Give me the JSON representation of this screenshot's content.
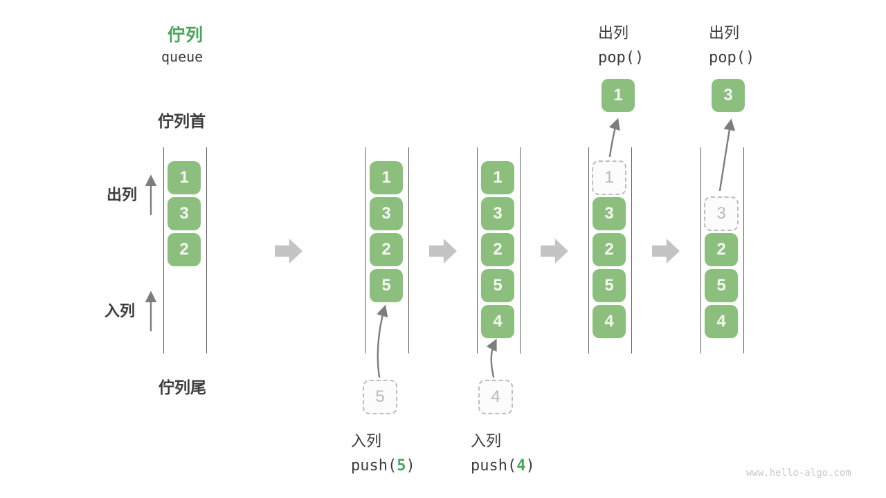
{
  "title": {
    "zh": "佇列",
    "en": "queue"
  },
  "side_labels": {
    "front": "佇列首",
    "rear": "佇列尾",
    "dequeue": "出列",
    "enqueue": "入列"
  },
  "states": {
    "s1": {
      "items": [
        "1",
        "3",
        "2"
      ]
    },
    "s2": {
      "items": [
        "1",
        "3",
        "2",
        "5"
      ],
      "incoming": "5"
    },
    "s3": {
      "items": [
        "1",
        "3",
        "2",
        "5",
        "4"
      ],
      "incoming": "4"
    },
    "s4": {
      "items": [
        "3",
        "2",
        "5",
        "4"
      ],
      "ghost": "1",
      "popped": "1"
    },
    "s5": {
      "items": [
        "2",
        "5",
        "4"
      ],
      "ghost": "3",
      "popped": "3"
    }
  },
  "operations": {
    "push5": {
      "label": "入列",
      "pre": "push(",
      "arg": "5",
      "post": ")"
    },
    "push4": {
      "label": "入列",
      "pre": "push(",
      "arg": "4",
      "post": ")"
    },
    "pop1": {
      "label": "出列",
      "code": "pop()"
    },
    "pop2": {
      "label": "出列",
      "code": "pop()"
    }
  },
  "watermark": "www.hello-algo.com",
  "colors": {
    "title_green": "#4AA45A",
    "item_green": "#8CBE7E",
    "item_text": "#F4F8F1",
    "text_dark": "#3C3C3C",
    "block_arrow_gray": "#C4C4C4",
    "thin_arrow_gray": "#7D7D7D",
    "ghost_border": "#BDBDBD",
    "ghost_text": "#B9B9B9",
    "wall_gray": "#606060",
    "watermark_gray": "#C9C9C9"
  }
}
